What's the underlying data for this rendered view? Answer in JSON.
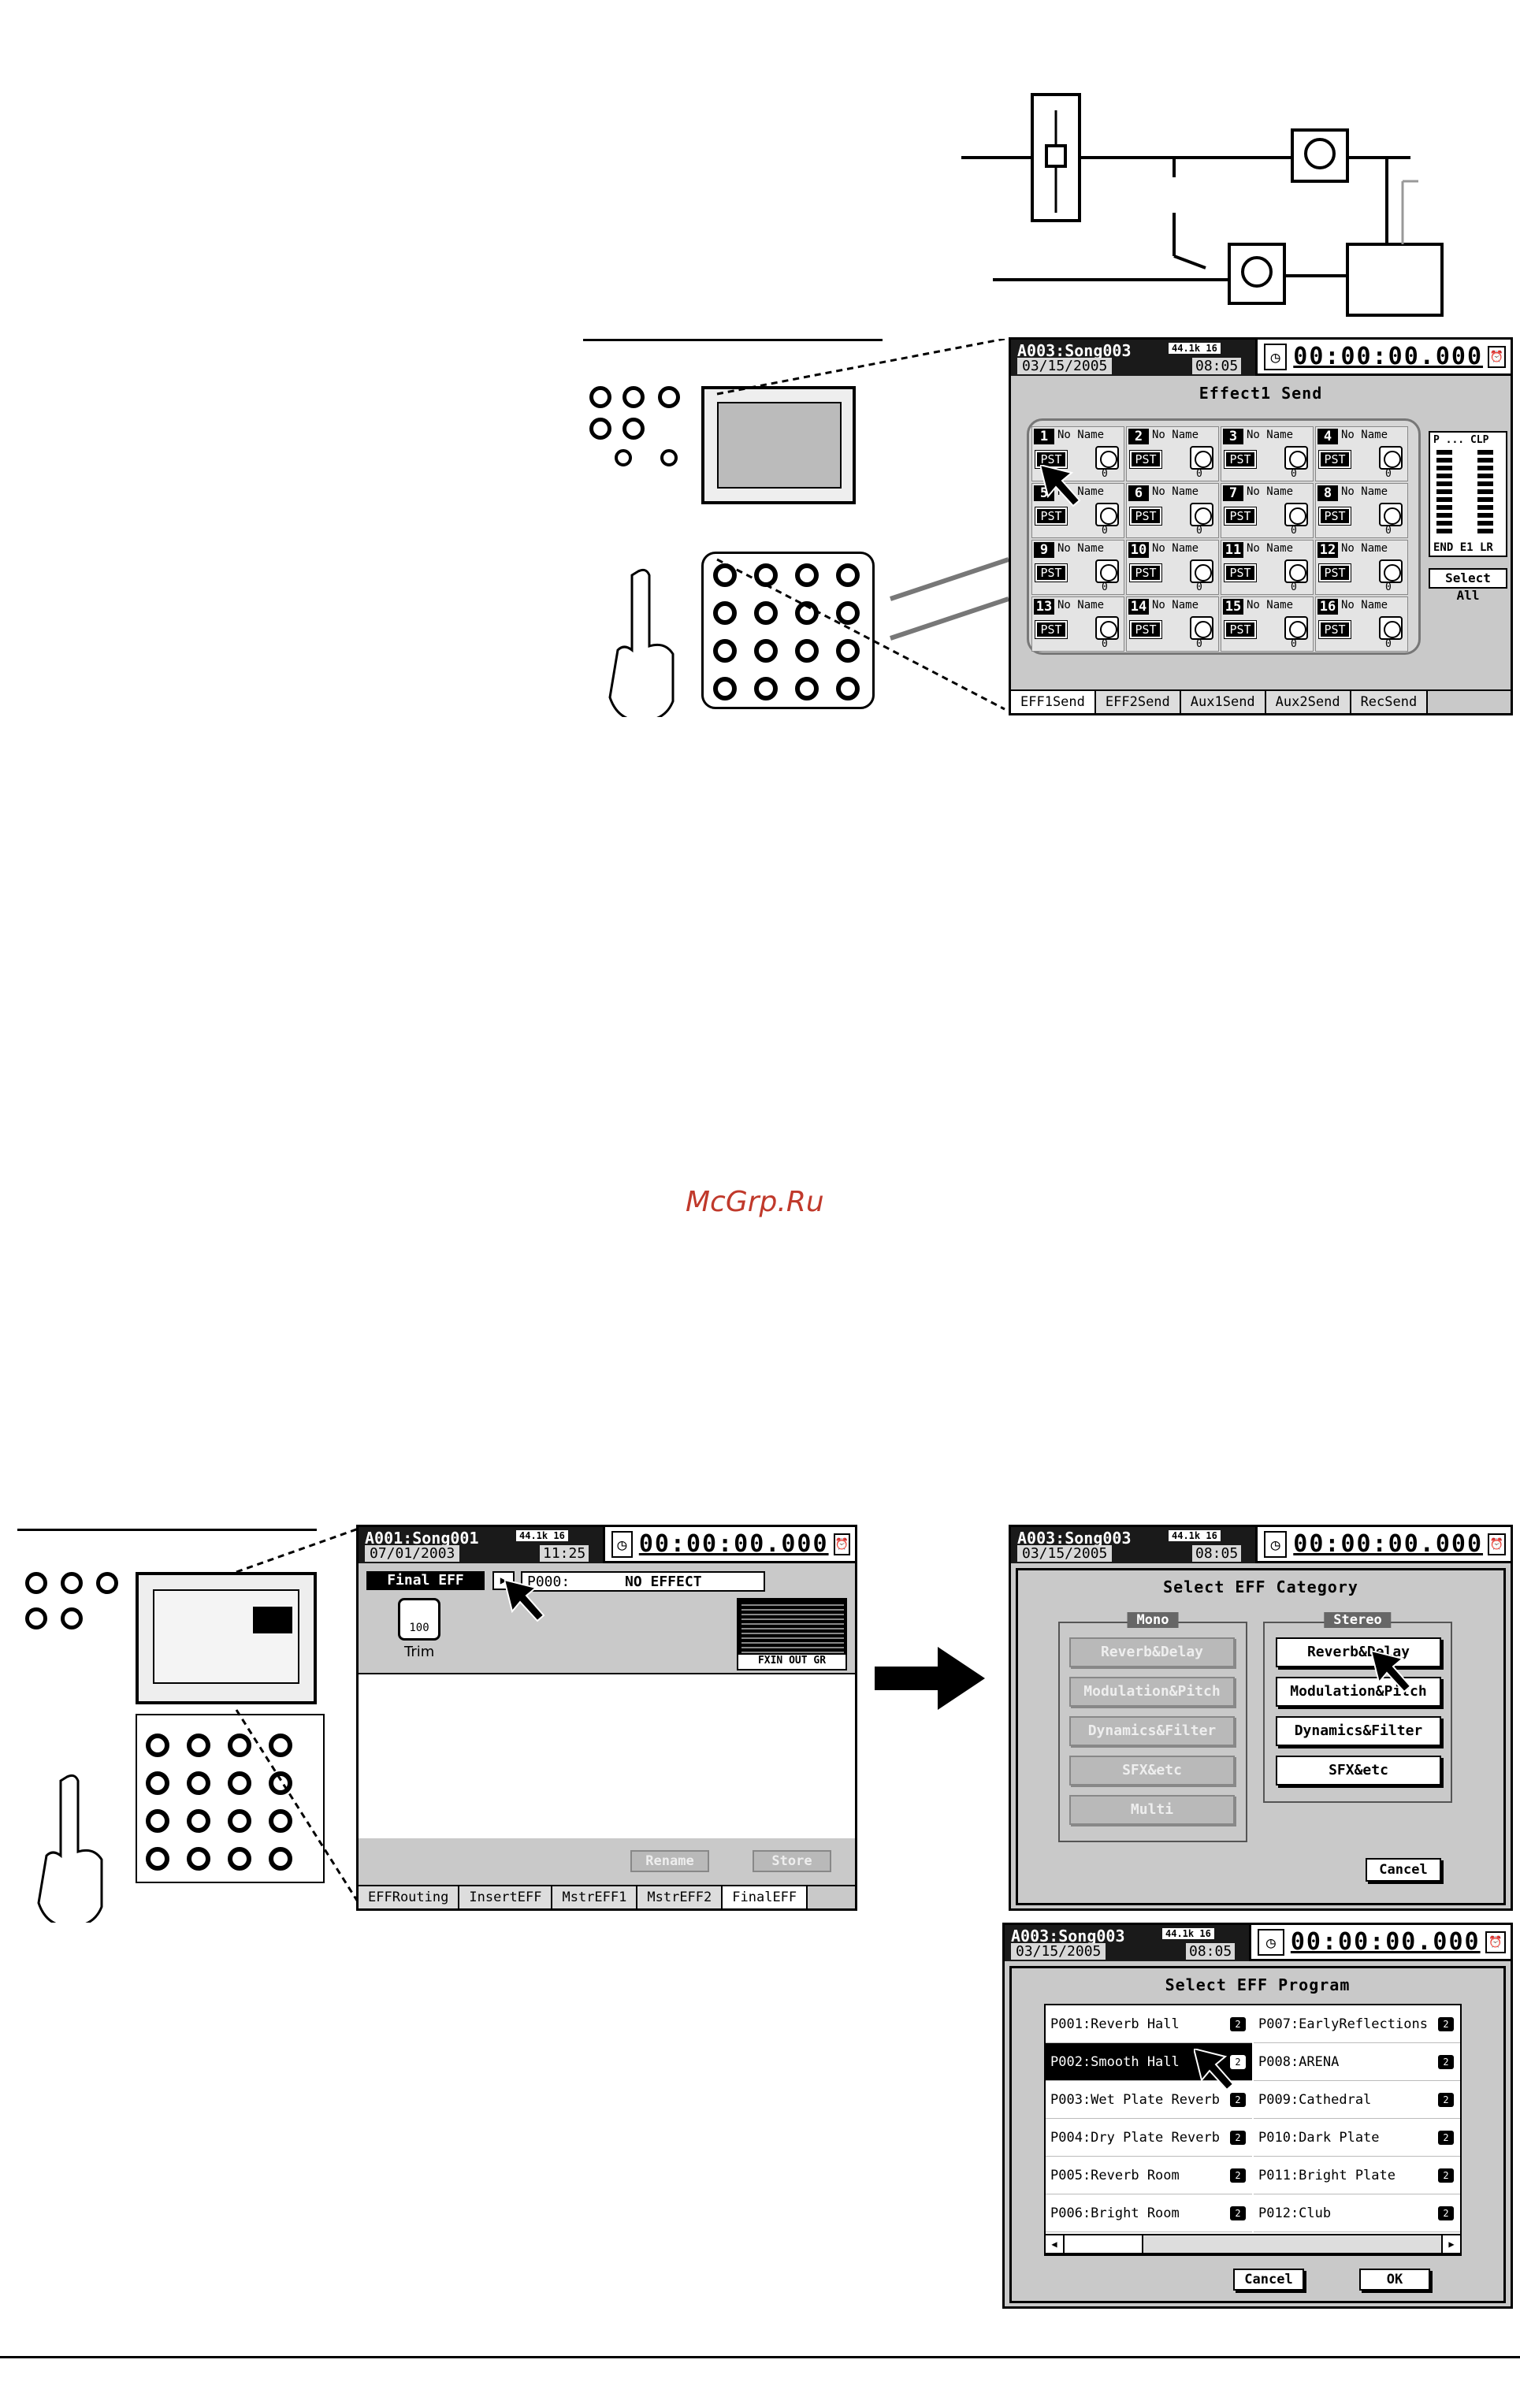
{
  "watermark": "McGrp.Ru",
  "effect1_screen": {
    "song": "A003:Song003",
    "date": "03/15/2005",
    "rate": "44.1k 16",
    "clock": "08:05",
    "time": "00:00:00.000",
    "title": "Effect1 Send",
    "channels": [
      {
        "num": "1",
        "name": "No Name",
        "value": "0"
      },
      {
        "num": "2",
        "name": "No Name",
        "value": "0"
      },
      {
        "num": "3",
        "name": "No Name",
        "value": "0"
      },
      {
        "num": "4",
        "name": "No Name",
        "value": "0"
      },
      {
        "num": "5",
        "name": "No Name",
        "value": "0"
      },
      {
        "num": "6",
        "name": "No Name",
        "value": "0"
      },
      {
        "num": "7",
        "name": "No Name",
        "value": "0"
      },
      {
        "num": "8",
        "name": "No Name",
        "value": "0"
      },
      {
        "num": "9",
        "name": "No Name",
        "value": "0"
      },
      {
        "num": "10",
        "name": "No Name",
        "value": "0"
      },
      {
        "num": "11",
        "name": "No Name",
        "value": "0"
      },
      {
        "num": "12",
        "name": "No Name",
        "value": "0"
      },
      {
        "num": "13",
        "name": "No Name",
        "value": "0"
      },
      {
        "num": "14",
        "name": "No Name",
        "value": "0"
      },
      {
        "num": "15",
        "name": "No Name",
        "value": "0"
      },
      {
        "num": "16",
        "name": "No Name",
        "value": "0"
      }
    ],
    "pst_label": "PST",
    "meter_top": "P ... CLP",
    "meter_bottom": "END E1 LR",
    "select_all": "Select All",
    "tabs": [
      "EFF1Send",
      "EFF2Send",
      "Aux1Send",
      "Aux2Send",
      "RecSend"
    ]
  },
  "final_screen": {
    "song": "A001:Song001",
    "date": "07/01/2003",
    "rate": "44.1k 16",
    "clock": "11:25",
    "time": "00:00:00.000",
    "label": "Final EFF",
    "program_prefix": "P000:",
    "program_name": "NO EFFECT",
    "trim_value": "100",
    "trim_label": "Trim",
    "meter_footer": "FXIN OUT GR",
    "rename": "Rename",
    "store": "Store",
    "tabs": [
      "EFFRouting",
      "InsertEFF",
      "MstrEFF1",
      "MstrEFF2",
      "FinalEFF"
    ]
  },
  "category_screen": {
    "song": "A003:Song003",
    "date": "03/15/2005",
    "rate": "44.1k 16",
    "clock": "08:05",
    "time": "00:00:00.000",
    "title": "Select EFF Category",
    "mono_label": "Mono",
    "stereo_label": "Stereo",
    "mono": [
      "Reverb&Delay",
      "Modulation&Pitch",
      "Dynamics&Filter",
      "SFX&etc",
      "Multi"
    ],
    "stereo": [
      "Reverb&Delay",
      "Modulation&Pitch",
      "Dynamics&Filter",
      "SFX&etc"
    ],
    "cancel": "Cancel"
  },
  "program_screen": {
    "song": "A003:Song003",
    "date": "03/15/2005",
    "rate": "44.1k 16",
    "clock": "08:05",
    "time": "00:00:00.000",
    "title": "Select EFF Program",
    "left": [
      "P001:Reverb Hall",
      "P002:Smooth Hall",
      "P003:Wet Plate Reverb",
      "P004:Dry Plate Reverb",
      "P005:Reverb Room",
      "P006:Bright Room"
    ],
    "right": [
      "P007:EarlyReflections",
      "P008:ARENA",
      "P009:Cathedral",
      "P010:Dark Plate",
      "P011:Bright Plate",
      "P012:Club"
    ],
    "icon": "2",
    "cancel": "Cancel",
    "ok": "OK"
  }
}
